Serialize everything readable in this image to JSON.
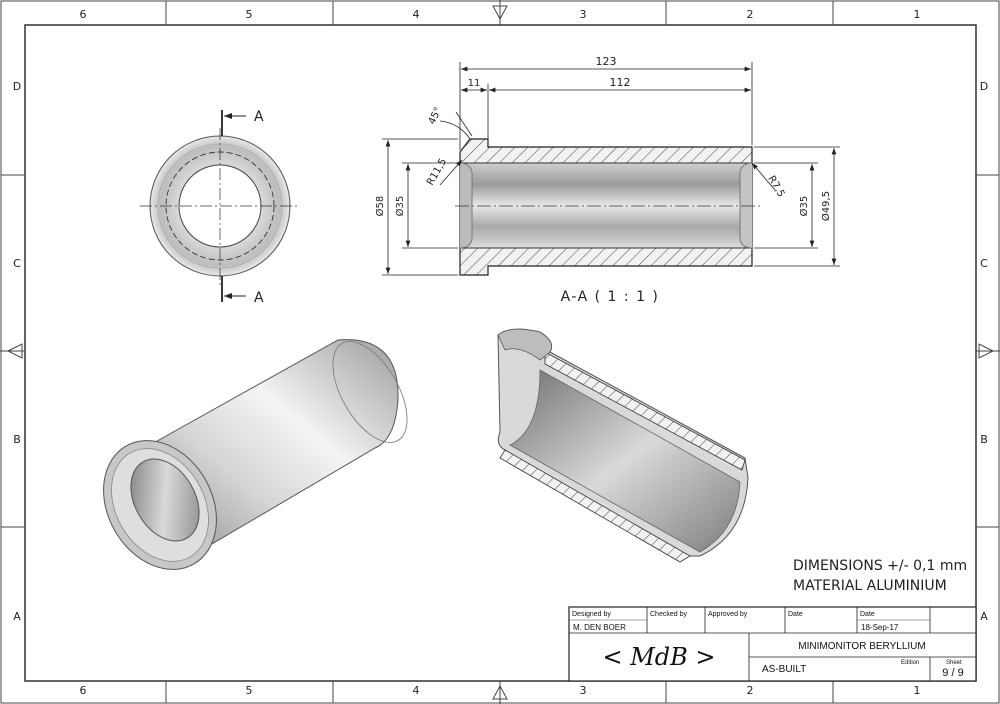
{
  "grid": {
    "columns": [
      "6",
      "5",
      "4",
      "3",
      "2",
      "1"
    ],
    "rows": [
      "D",
      "C",
      "B",
      "A"
    ]
  },
  "section_markers": {
    "top": "A",
    "bottom": "A"
  },
  "section_view": {
    "title": "A-A ( 1 : 1 )",
    "dims": {
      "overall_length": "123",
      "flange_length": "11",
      "tube_length": "112",
      "chamfer_angle": "45°",
      "radius_left": "R11,5",
      "radius_right": "R7,5",
      "outer_diameter": "Ø58",
      "inner_diameter_left": "Ø35",
      "inner_diameter_right": "Ø35",
      "tube_diameter": "Ø49,5"
    }
  },
  "notes": {
    "line1": "DIMENSIONS +/- 0,1 mm",
    "line2": "MATERIAL ALUMINIUM"
  },
  "title_block": {
    "designed_by_label": "Designed by",
    "designed_by": "M. DEN BOER",
    "checked_by_label": "Checked by",
    "approved_by_label": "Approved by",
    "date_label_1": "Date",
    "date_label_2": "Date",
    "date": "18-Sep-17",
    "logo": "< MdB >",
    "part_name": "MINIMONITOR BERYLLIUM",
    "status": "AS-BUILT",
    "edition_label": "Edition",
    "sheet_label": "Sheet",
    "sheet": "9 / 9"
  }
}
